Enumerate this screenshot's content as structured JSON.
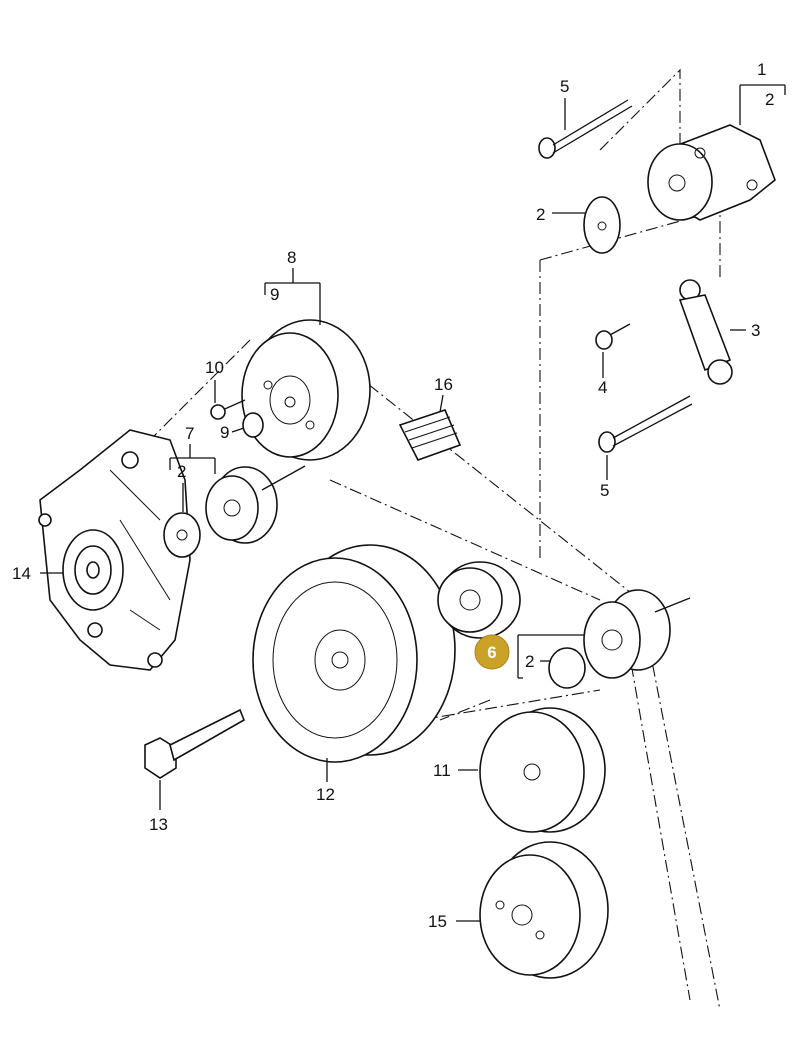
{
  "callouts": {
    "c1": "1",
    "c2a": "2",
    "c2b": "2",
    "c3": "3",
    "c4": "4",
    "c5a": "5",
    "c5b": "5",
    "c7": "7",
    "c2c": "2",
    "c8": "8",
    "c9a": "9",
    "c9b": "9",
    "c10": "10",
    "c16": "16",
    "c14": "14",
    "c6": "6",
    "c2d": "2",
    "c11": "11",
    "c12": "12",
    "c13": "13",
    "c15": "15"
  },
  "colors": {
    "highlight": "#c9a227",
    "line": "#111111",
    "background": "#ffffff"
  }
}
